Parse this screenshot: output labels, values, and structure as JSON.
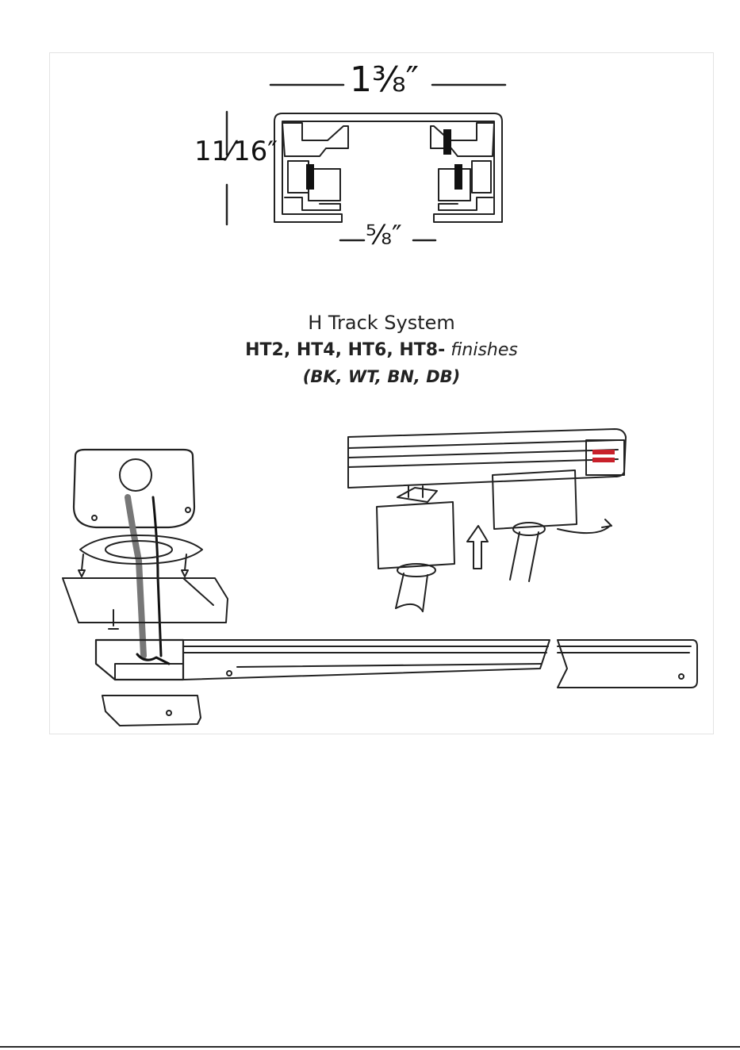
{
  "dimensions": {
    "width": "1⅜″",
    "height": "11⁄16″",
    "slot": "⅝″"
  },
  "caption": {
    "title": "H Track System",
    "models": "HT2, HT4, HT6, HT8-",
    "finishes": "finishes",
    "finish_codes": "(BK, WT, BN, DB)"
  },
  "colors": {
    "line": "#222222",
    "contact_red": "#c8202a"
  }
}
